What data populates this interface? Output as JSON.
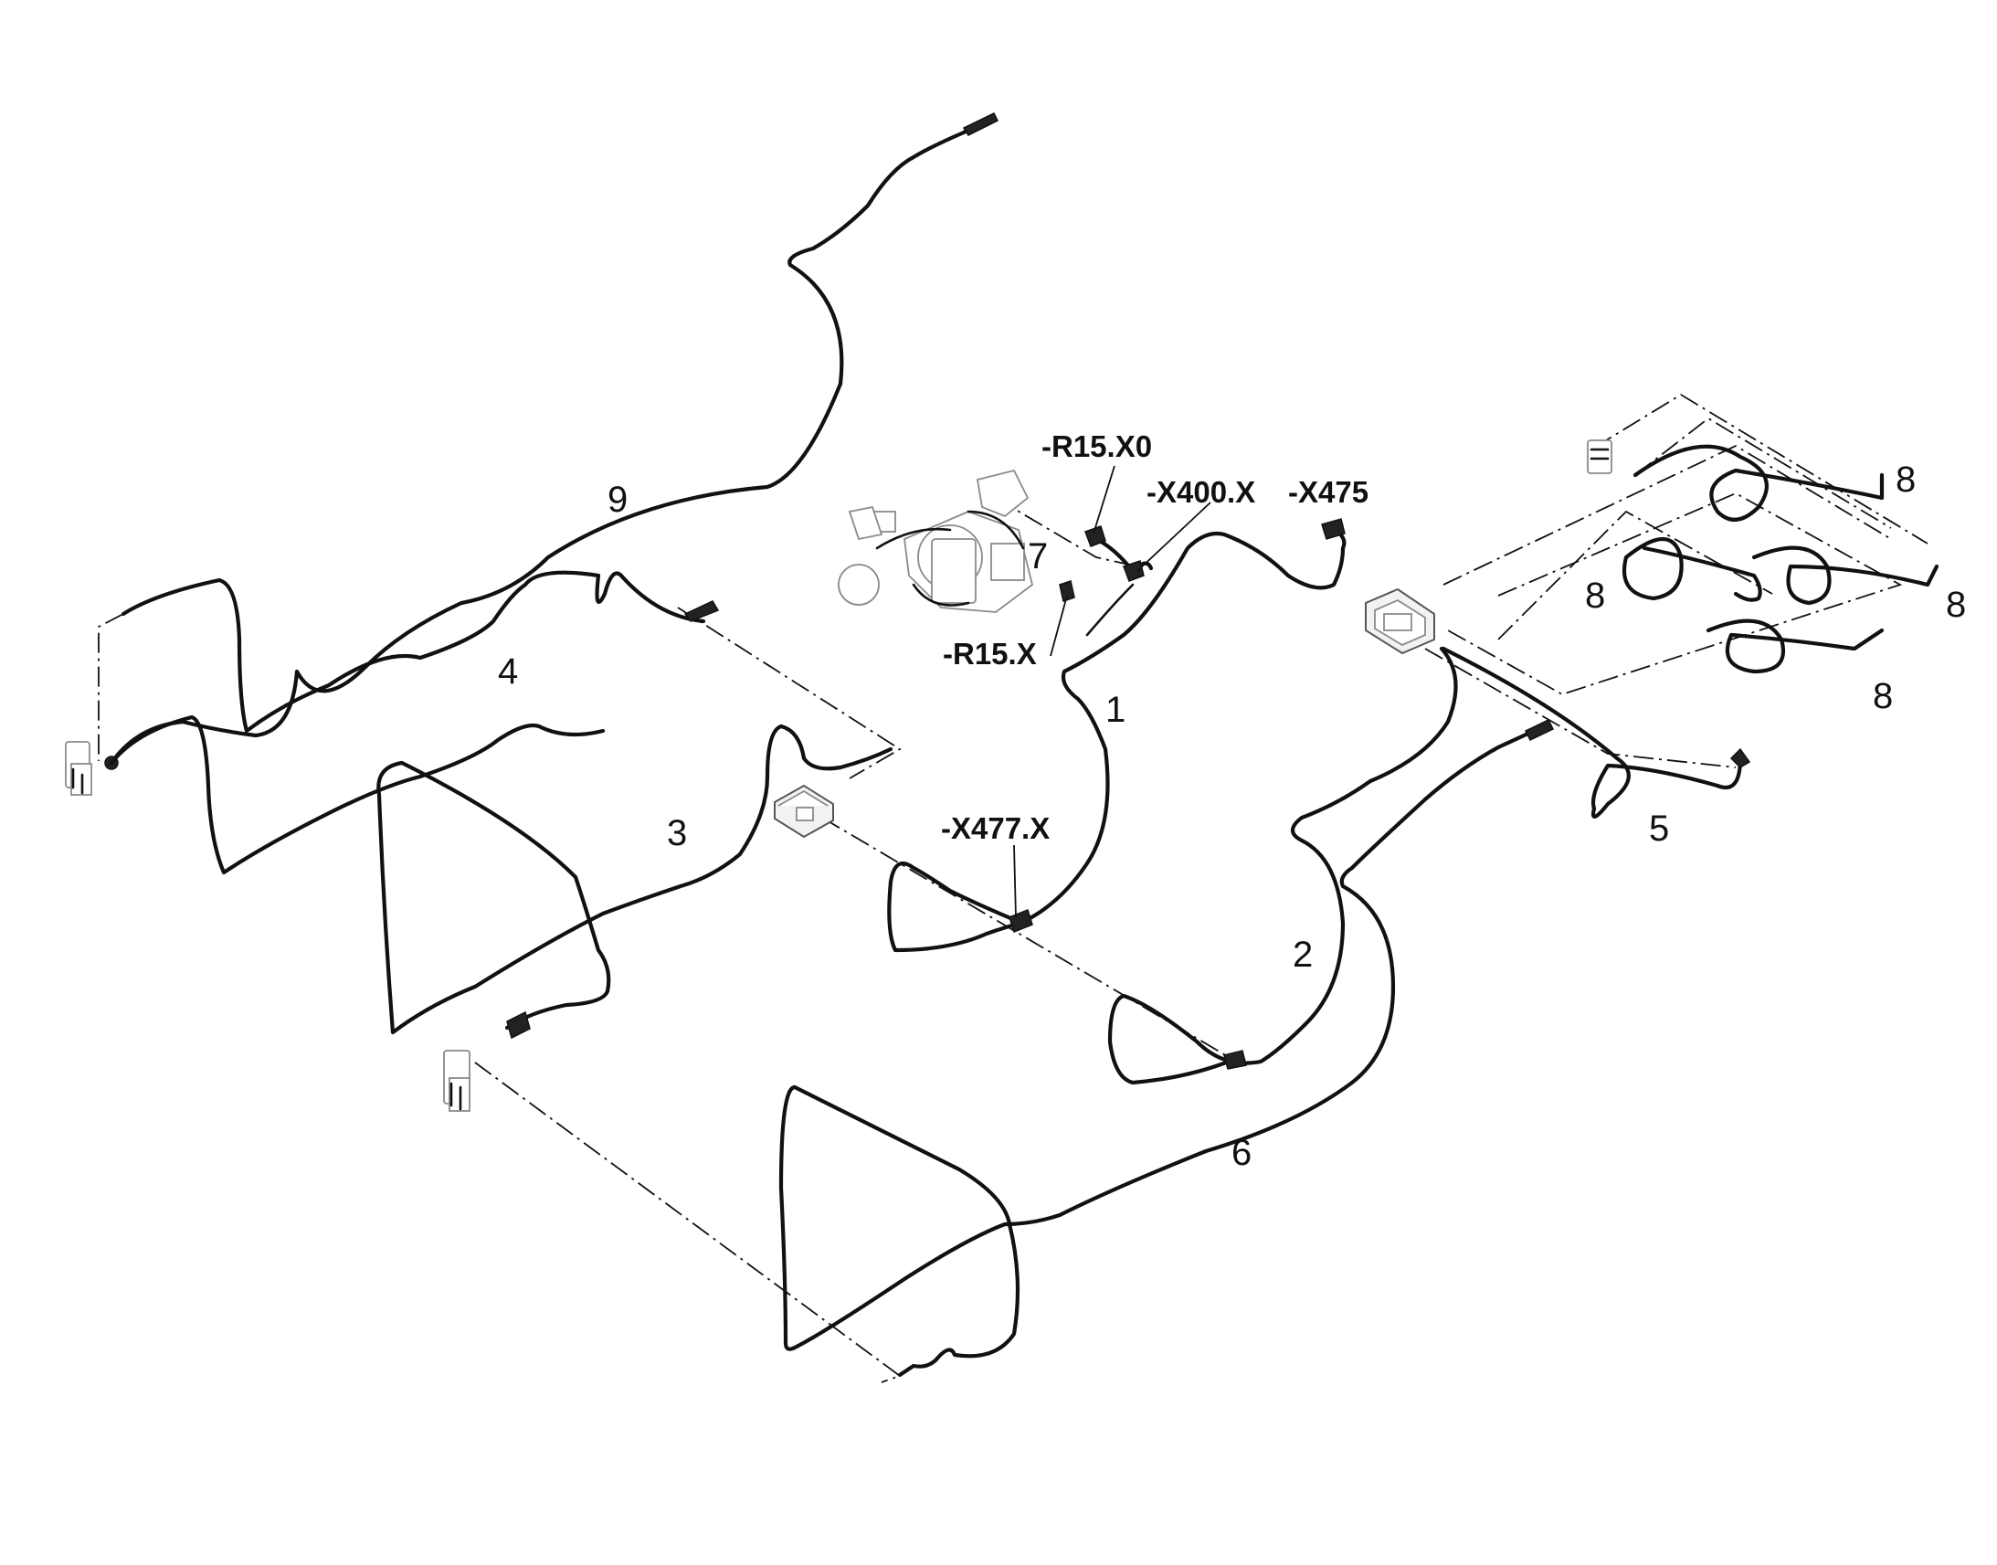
{
  "callouts": {
    "c1": "1",
    "c2": "2",
    "c3": "3",
    "c4": "4",
    "c5": "5",
    "c6": "6",
    "c7": "7",
    "c8a": "8",
    "c8b": "8",
    "c8c": "8",
    "c8d": "8",
    "c9": "9"
  },
  "labels": {
    "r15_x0": "-R15.X0",
    "x400_x": "-X400.X",
    "x475": "-X475",
    "r15_x": "-R15.X",
    "x477_x": "-X477.X"
  }
}
